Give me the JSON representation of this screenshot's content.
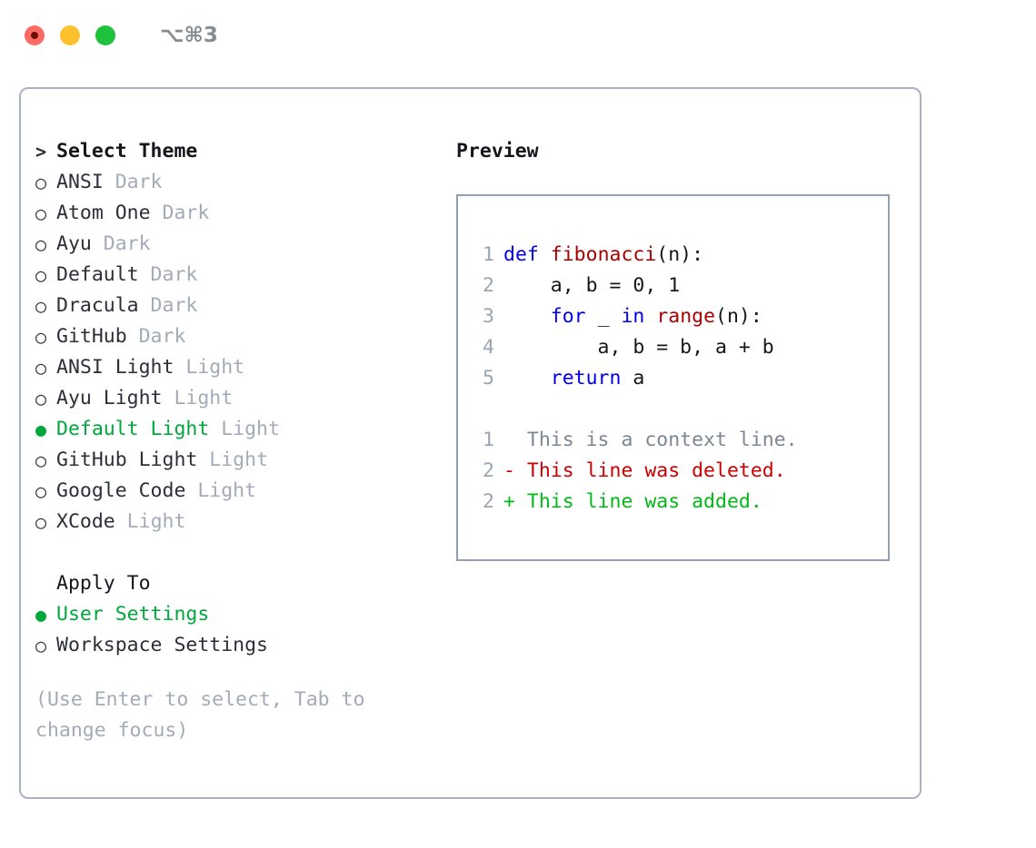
{
  "window": {
    "title": "⌥⌘3",
    "controls": [
      {
        "name": "close-button",
        "color": "#fb6a63"
      },
      {
        "name": "minimize-button",
        "color": "#ffc02e"
      },
      {
        "name": "maximize-button",
        "color": "#1fc23c"
      }
    ]
  },
  "theme_picker": {
    "header_prefix": "> ",
    "header": "Select Theme",
    "selected_bullet": "●",
    "unselected_bullet": "○",
    "items": [
      {
        "name": "ANSI",
        "tag": "Dark",
        "selected": false
      },
      {
        "name": "Atom One",
        "tag": "Dark",
        "selected": false
      },
      {
        "name": "Ayu",
        "tag": "Dark",
        "selected": false
      },
      {
        "name": "Default",
        "tag": "Dark",
        "selected": false
      },
      {
        "name": "Dracula",
        "tag": "Dark",
        "selected": false
      },
      {
        "name": "GitHub",
        "tag": "Dark",
        "selected": false
      },
      {
        "name": "ANSI Light",
        "tag": "Light",
        "selected": false
      },
      {
        "name": "Ayu Light",
        "tag": "Light",
        "selected": false
      },
      {
        "name": "Default Light",
        "tag": "Light",
        "selected": true
      },
      {
        "name": "GitHub Light",
        "tag": "Light",
        "selected": false
      },
      {
        "name": "Google Code",
        "tag": "Light",
        "selected": false
      },
      {
        "name": "XCode",
        "tag": "Light",
        "selected": false
      }
    ]
  },
  "apply_to": {
    "header": "Apply To",
    "items": [
      {
        "name": "User Settings",
        "selected": true
      },
      {
        "name": "Workspace Settings",
        "selected": false
      }
    ]
  },
  "hint": "(Use Enter to select, Tab to change focus)",
  "preview": {
    "title": "Preview",
    "code_lines": [
      {
        "num": "1",
        "tokens": [
          {
            "t": "def",
            "c": "kw"
          },
          {
            "t": " ",
            "c": "plain"
          },
          {
            "t": "fibonacci",
            "c": "fn"
          },
          {
            "t": "(n):",
            "c": "plain"
          }
        ]
      },
      {
        "num": "2",
        "tokens": [
          {
            "t": "    a, b = 0, 1",
            "c": "plain"
          }
        ]
      },
      {
        "num": "3",
        "tokens": [
          {
            "t": "    ",
            "c": "plain"
          },
          {
            "t": "for",
            "c": "kw"
          },
          {
            "t": " _ ",
            "c": "plain"
          },
          {
            "t": "in",
            "c": "kw"
          },
          {
            "t": " ",
            "c": "plain"
          },
          {
            "t": "range",
            "c": "fn"
          },
          {
            "t": "(n):",
            "c": "plain"
          }
        ]
      },
      {
        "num": "4",
        "tokens": [
          {
            "t": "        a, b = b, a + b",
            "c": "plain"
          }
        ]
      },
      {
        "num": "5",
        "tokens": [
          {
            "t": "    ",
            "c": "plain"
          },
          {
            "t": "return",
            "c": "kw"
          },
          {
            "t": " a",
            "c": "plain"
          }
        ]
      }
    ],
    "diff_lines": [
      {
        "num": "1",
        "marker": " ",
        "text": " This is a context line.",
        "kind": "dctx"
      },
      {
        "num": "2",
        "marker": "-",
        "text": " This line was deleted.",
        "kind": "ddel"
      },
      {
        "num": "2",
        "marker": "+",
        "text": " This line was added.",
        "kind": "dadd"
      }
    ]
  },
  "colors": {
    "accent_green": "#00a83c",
    "diff_add": "#00bb16",
    "diff_del": "#cc0000",
    "keyword_blue": "#0000ee",
    "function_red": "#aa0000",
    "muted_gray": "#a3abb9",
    "border": "#aab2bf"
  }
}
